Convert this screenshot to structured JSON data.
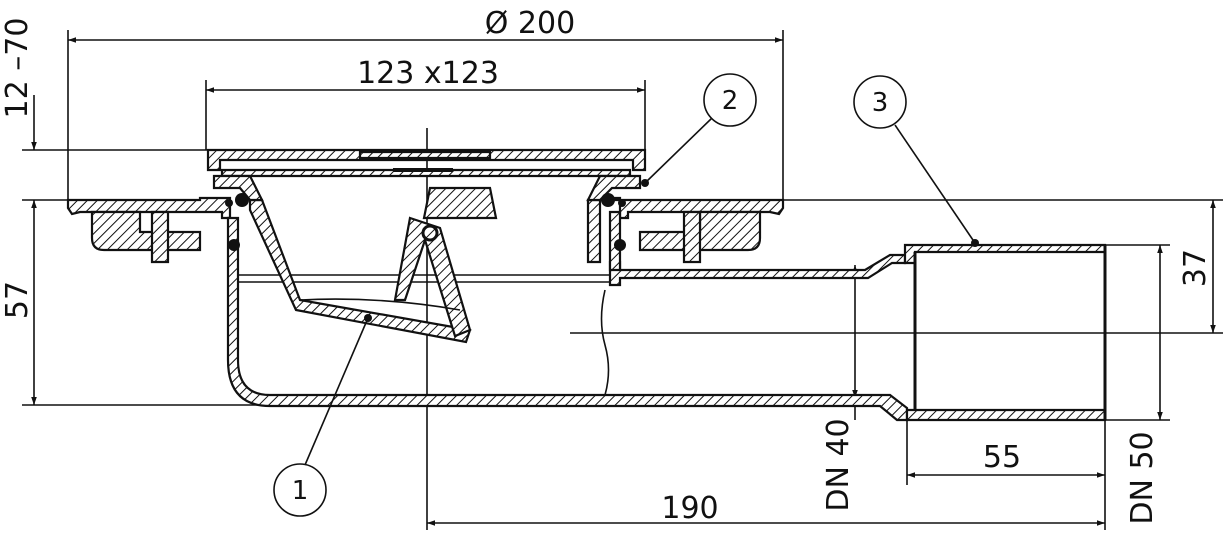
{
  "dimensions": {
    "top_diameter": "Ø 200",
    "grate_size": "123 x123",
    "height_adjust": "12 –70",
    "height": "57",
    "outlet_offset": "37",
    "length": "190",
    "spigot_length": "55",
    "dn_inner": "DN 40",
    "dn_outer": "DN 50"
  },
  "callouts": [
    {
      "label": "1"
    },
    {
      "label": "2"
    },
    {
      "label": "3"
    }
  ]
}
